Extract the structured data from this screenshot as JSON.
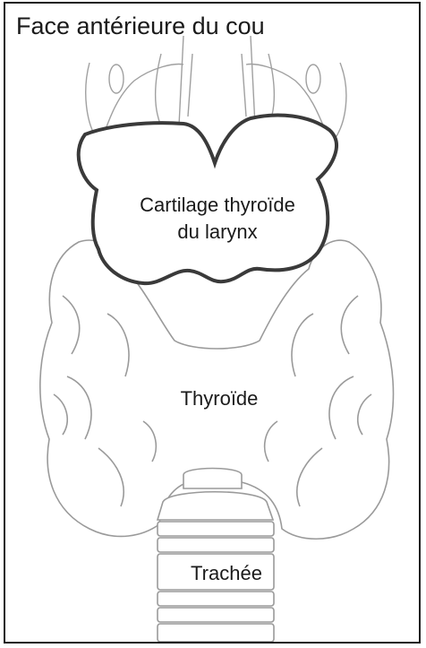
{
  "title": "Face antérieure du cou",
  "labels": {
    "cartilage_line1": "Cartilage thyroïde",
    "cartilage_line2": "du larynx",
    "thyroid": "Thyroïde",
    "trachea": "Trachée"
  },
  "colors": {
    "frame": "#1c1c1c",
    "cartilage_outline": "#3a3a3a",
    "anatomy_lines": "#9c9c9c",
    "background": "#ffffff"
  }
}
